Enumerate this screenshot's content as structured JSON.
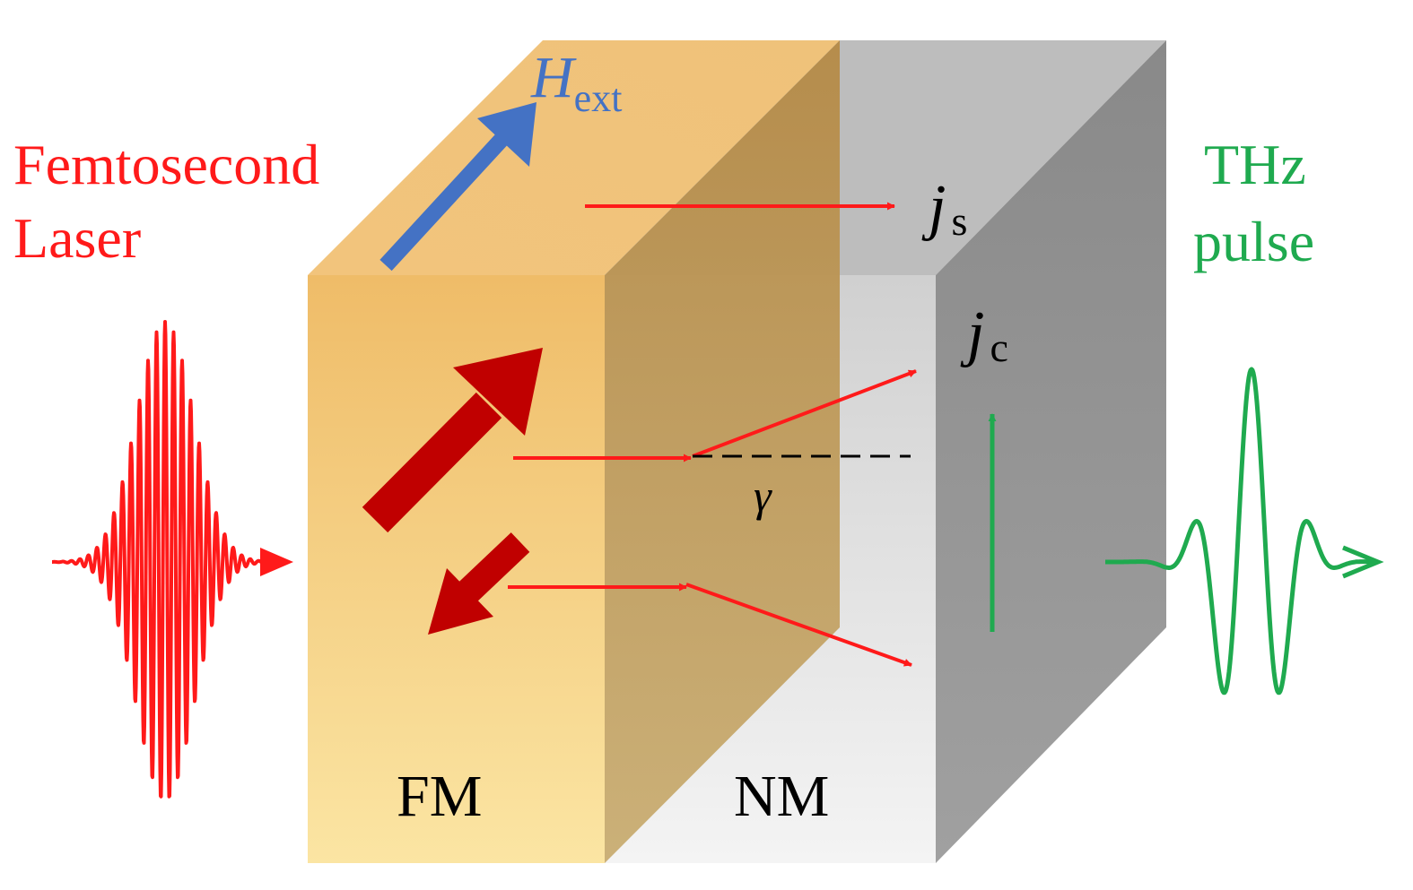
{
  "labels": {
    "laser_line1": "Femtosecond",
    "laser_line2": "Laser",
    "thz_line1": "THz",
    "thz_line2": "pulse",
    "h_main": "H",
    "h_sub": "ext",
    "js_main": "j",
    "js_sub": "s",
    "jc_main": "j",
    "jc_sub": "c",
    "gamma": "γ",
    "fm": "FM",
    "nm": "NM"
  },
  "colors": {
    "laser": "#ff1a1a",
    "thz": "#1faa4f",
    "field_arrow": "#4472c4",
    "magnetization_arrow": "#c00000",
    "current_arrow": "#ff1a1a",
    "fm_front_top": "#f0bd6a",
    "fm_front_bottom": "#fbe3a0",
    "nm_front_top": "#d2d2d2",
    "nm_front_bottom": "#f2f2f2",
    "right_face": "#8f8f8f"
  },
  "icons": {
    "field": "arrow-up-right",
    "magnetization_up": "thick-arrow-up-right",
    "magnetization_down": "thick-arrow-down-left",
    "current_flow": "arrow-right"
  }
}
